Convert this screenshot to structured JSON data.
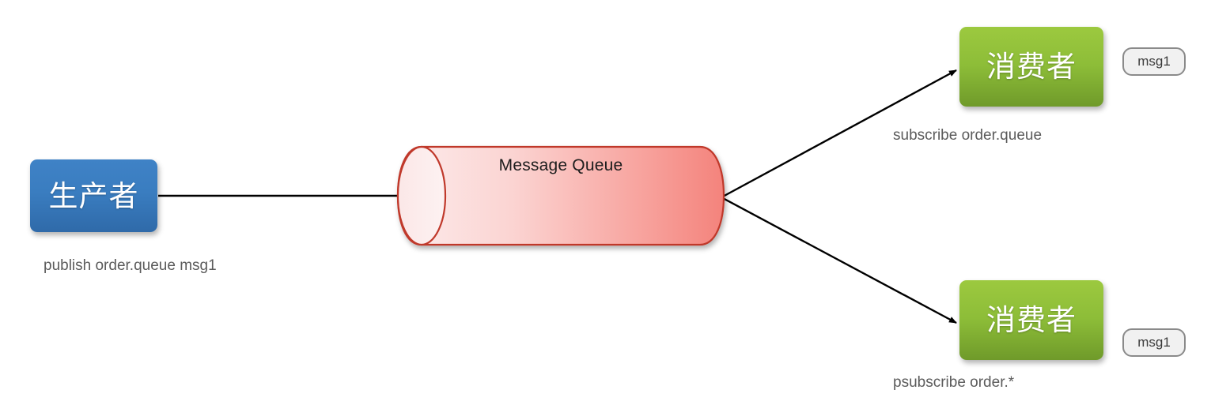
{
  "diagram": {
    "title": "Message Queue publish/subscribe diagram",
    "background": "#ffffff",
    "colors": {
      "producer_top": "#3f82c6",
      "producer_bottom": "#2f6aa9",
      "consumer_top": "#9cc93f",
      "consumer_bottom": "#6f9a2a",
      "queue_fill_left": "#fbe9e9",
      "queue_fill_right": "#f58a84",
      "queue_stroke": "#c0392b",
      "badge_fill": "#f1f1f1",
      "badge_border": "#8a8a8a",
      "caption_text": "#5b5b5b",
      "arrow": "#000000"
    }
  },
  "producer": {
    "label": "生产者",
    "caption": "publish order.queue msg1"
  },
  "queue": {
    "label": "Message Queue"
  },
  "consumers": [
    {
      "label": "消费者",
      "caption": "subscribe order.queue",
      "badge": "msg1"
    },
    {
      "label": "消费者",
      "caption": "psubscribe order.*",
      "badge": "msg1"
    }
  ]
}
